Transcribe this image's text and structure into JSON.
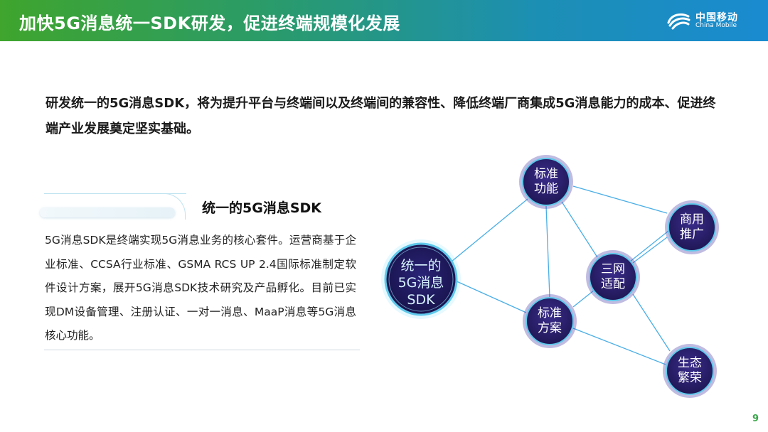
{
  "header": {
    "title": "加快5G消息统一SDK研发，促进终端规模化发展",
    "logo_cn": "中国移动",
    "logo_en": "China Mobile"
  },
  "intro": "研发统一的5G消息SDK，将为提升平台与终端间以及终端间的兼容性、降低终端厂商集成5G消息能力的成本、促进终端产业发展奠定坚实基础。",
  "section": {
    "title": "统一的5G消息SDK",
    "body": "5G消息SDK是终端实现5G消息业务的核心套件。运营商基于企业标准、CCSA行业标准、GSMA RCS UP 2.4国际标准制定软件设计方案，展开5G消息SDK技术研究及产品孵化。目前已实现DM设备管理、注册认证、一对一消息、MaaP消息等5G消息核心功能。"
  },
  "diagram": {
    "center": {
      "line1": "统一的",
      "line2": "5G消息",
      "line3": "SDK"
    },
    "nodes": [
      {
        "line1": "标准",
        "line2": "功能"
      },
      {
        "line1": "商用",
        "line2": "推广"
      },
      {
        "line1": "三网",
        "line2": "适配"
      },
      {
        "line1": "标准",
        "line2": "方案"
      },
      {
        "line1": "生态",
        "line2": "繁荣"
      }
    ]
  },
  "page_number": "9",
  "colors": {
    "header_start": "#3fa52d",
    "header_end": "#1a8bd0",
    "node_fill": "#2a1f6e",
    "node_ring": "#5ec8ea",
    "edge": "#4aaee6"
  }
}
